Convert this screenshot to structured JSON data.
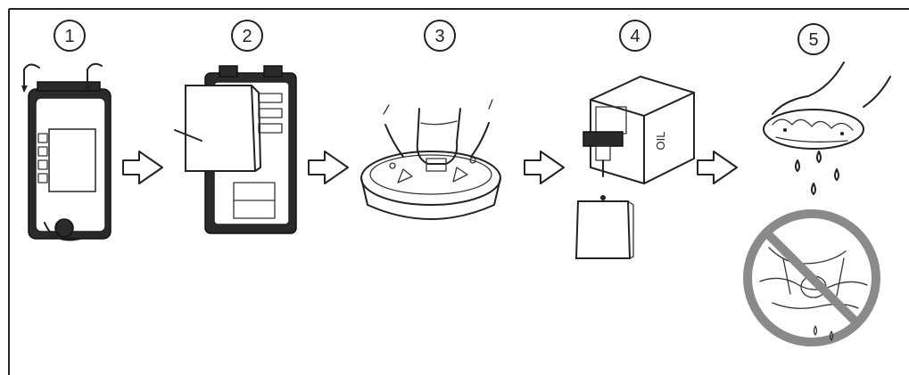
{
  "steps": [
    {
      "number": "1",
      "icon": "open-filter-housing-icon"
    },
    {
      "number": "2",
      "icon": "remove-foam-filter-icon"
    },
    {
      "number": "3",
      "icon": "wash-in-basin-icon"
    },
    {
      "number": "4",
      "icon": "oil-filter-icon"
    },
    {
      "number": "5",
      "icon": "squeeze-filter-icon"
    }
  ],
  "oil_label": "OIL",
  "prohibited_icon": "no-wringing-icon",
  "colors": {
    "line": "#222222",
    "background": "#ffffff",
    "prohibition": "#8a8a8a"
  }
}
